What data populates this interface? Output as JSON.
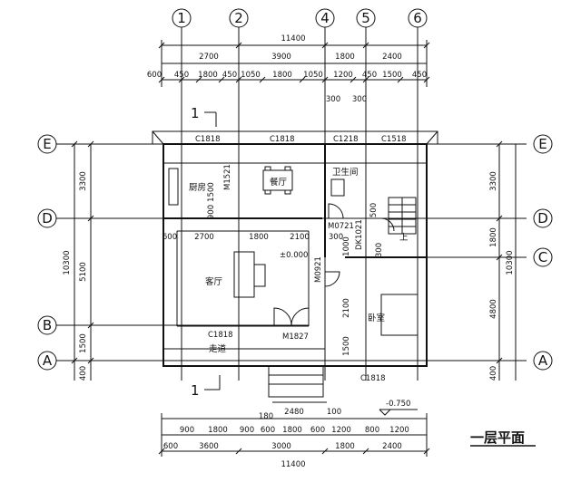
{
  "drawing_title": "一层平面",
  "section_mark": "1",
  "grid_axes_columns": [
    "1",
    "2",
    "4",
    "5",
    "6"
  ],
  "grid_axes_rows": [
    "E",
    "D",
    "C",
    "B",
    "A"
  ],
  "rooms": {
    "kitchen": "厨房",
    "dining": "餐厅",
    "bathroom": "卫生间",
    "living": "客厅",
    "bedroom": "卧室",
    "corridor": "走道",
    "stair_up": "上"
  },
  "levels": {
    "floor": "±0.000",
    "outside": "-0.750"
  },
  "openings": {
    "c1818_kitchen": "C1818",
    "c1818_dining": "C1818",
    "c1218": "C1218",
    "c1518": "C1518",
    "m1521": "M1521",
    "m0721": "M0721",
    "dk1021": "DK1021",
    "m0921": "M0921",
    "m1827": "M1827",
    "c1818_corridor": "C1818",
    "c1818_bedroom": "C1818"
  },
  "dimensions_top": {
    "overall": "11400",
    "row1": [
      "2700",
      "3900",
      "1800",
      "2400"
    ],
    "row2": [
      "600",
      "450",
      "1800",
      "450",
      "1050",
      "1800",
      "1050",
      "1200",
      "450",
      "1500",
      "450"
    ],
    "row3": [
      "300",
      "300"
    ]
  },
  "dimensions_bottom": {
    "row1": [
      "2480",
      "100"
    ],
    "row2": [
      "900",
      "1800",
      "900",
      "600",
      "1800",
      "600",
      "1200",
      "800",
      "1200"
    ],
    "row3": [
      "600",
      "3600",
      "3000",
      "1800",
      "2400"
    ],
    "overall": "11400"
  },
  "dimensions_left": {
    "overall": "10300",
    "row1": [
      "3300",
      "5100",
      "1500",
      "400"
    ]
  },
  "dimensions_right": {
    "overall": "10300",
    "row1": [
      "3300",
      "1800",
      "4800",
      "400"
    ]
  },
  "dimensions_interior": {
    "kitchen_height": "1500",
    "kitchen_lower": "900",
    "d_row": [
      "600",
      "2700",
      "1800",
      "2100"
    ],
    "bath_300": "300",
    "stair_300": "300",
    "stair_500": "500",
    "door_1000": "1000",
    "bedroom_2100": "2100",
    "bedroom_1500": "1500",
    "bottom_180": "180"
  },
  "colors": {
    "line": "#111111",
    "background": "#ffffff"
  }
}
